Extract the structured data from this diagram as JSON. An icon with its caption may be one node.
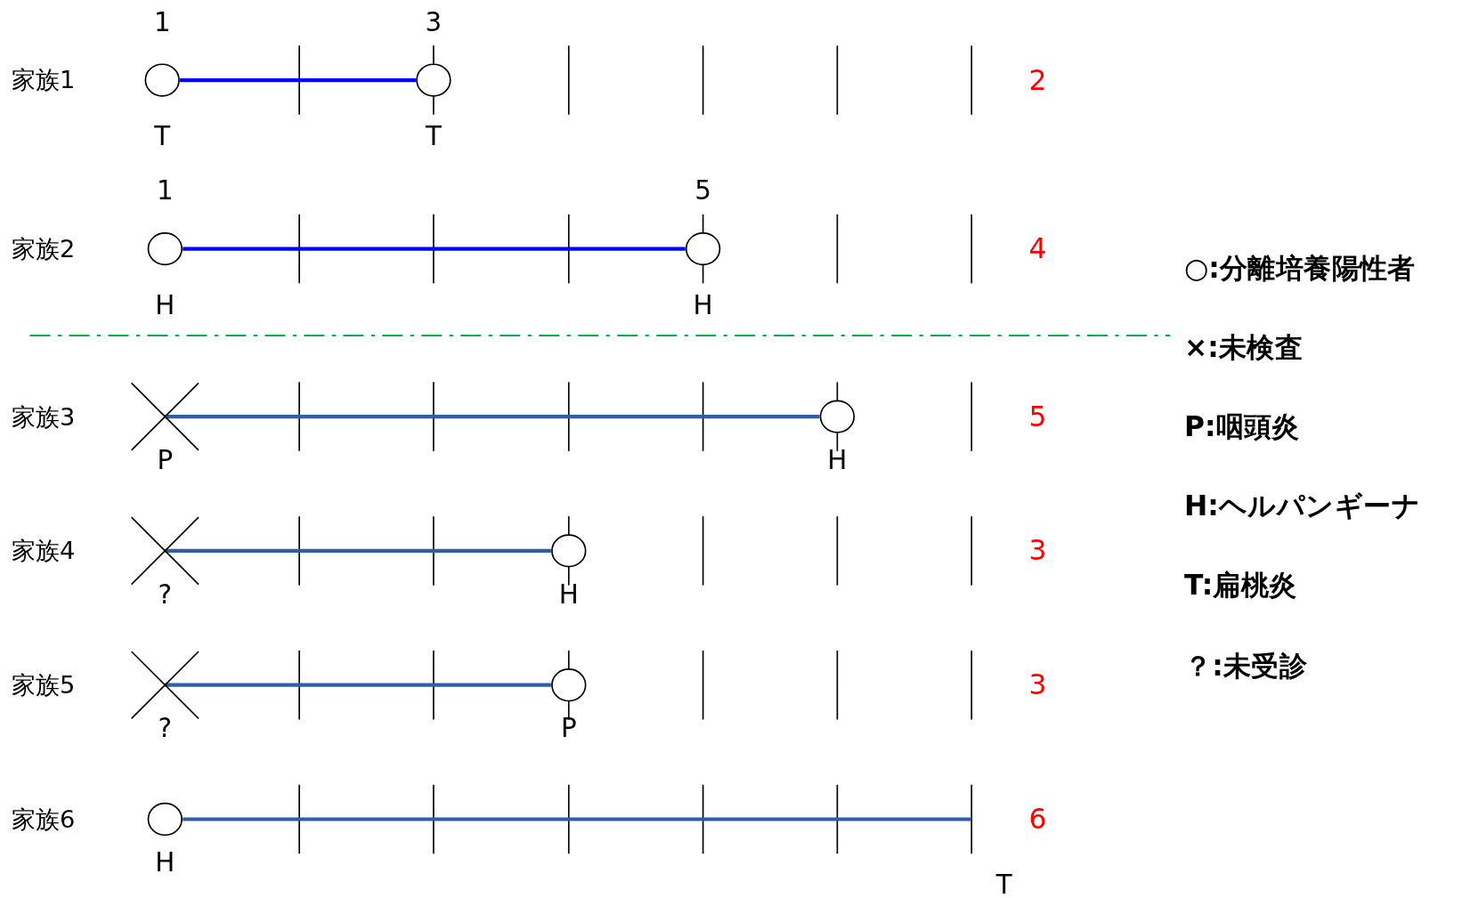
{
  "diagram": {
    "nodes": [
      {
        "text": [],
        "shape": "circle",
        "beside": [
          "1",
          "T"
        ]
      },
      {
        "text": [],
        "shape": "circle",
        "beside": [
          "3",
          "T"
        ]
      },
      {
        "text": [],
        "shape": "circle",
        "beside": [
          "1",
          "H"
        ]
      },
      {
        "text": [],
        "shape": "circle",
        "beside": [
          "5",
          "H"
        ]
      },
      {
        "text": [],
        "shape": "cross",
        "beside": [
          "P"
        ]
      },
      {
        "text": [],
        "shape": "circle",
        "beside": [
          "H"
        ]
      },
      {
        "text": [],
        "shape": "cross",
        "beside": [
          "?"
        ]
      },
      {
        "text": [],
        "shape": "circle",
        "beside": [
          "H"
        ]
      },
      {
        "text": [],
        "shape": "cross",
        "beside": [
          "?"
        ]
      },
      {
        "text": [],
        "shape": "circle",
        "beside": [
          "P"
        ]
      },
      {
        "text": [],
        "shape": "circle",
        "beside": [
          "H"
        ]
      }
    ],
    "edges": [
      {
        "from": 0,
        "to": 1,
        "arrow": "none",
        "color": "#0000ff"
      },
      {
        "from": 2,
        "to": 3,
        "arrow": "none",
        "color": "#0000ff"
      },
      {
        "from": 4,
        "to": 5,
        "arrow": "none"
      },
      {
        "from": 6,
        "to": 7,
        "arrow": "none"
      },
      {
        "from": 8,
        "to": 9,
        "arrow": "none"
      },
      {
        "from": 10,
        "to": null,
        "arrow": "none"
      }
    ],
    "labels": [
      "家族1",
      "2",
      "家族2",
      "4",
      "○:分離培養陽性者",
      "×:未検査",
      "家族3",
      "5",
      "P:咽頭炎",
      "H:ヘルパンギーナ",
      "家族4",
      "3",
      "T:扁桃炎",
      "家族5",
      "3",
      "？:未受診",
      "家族6",
      "6",
      "T"
    ]
  }
}
